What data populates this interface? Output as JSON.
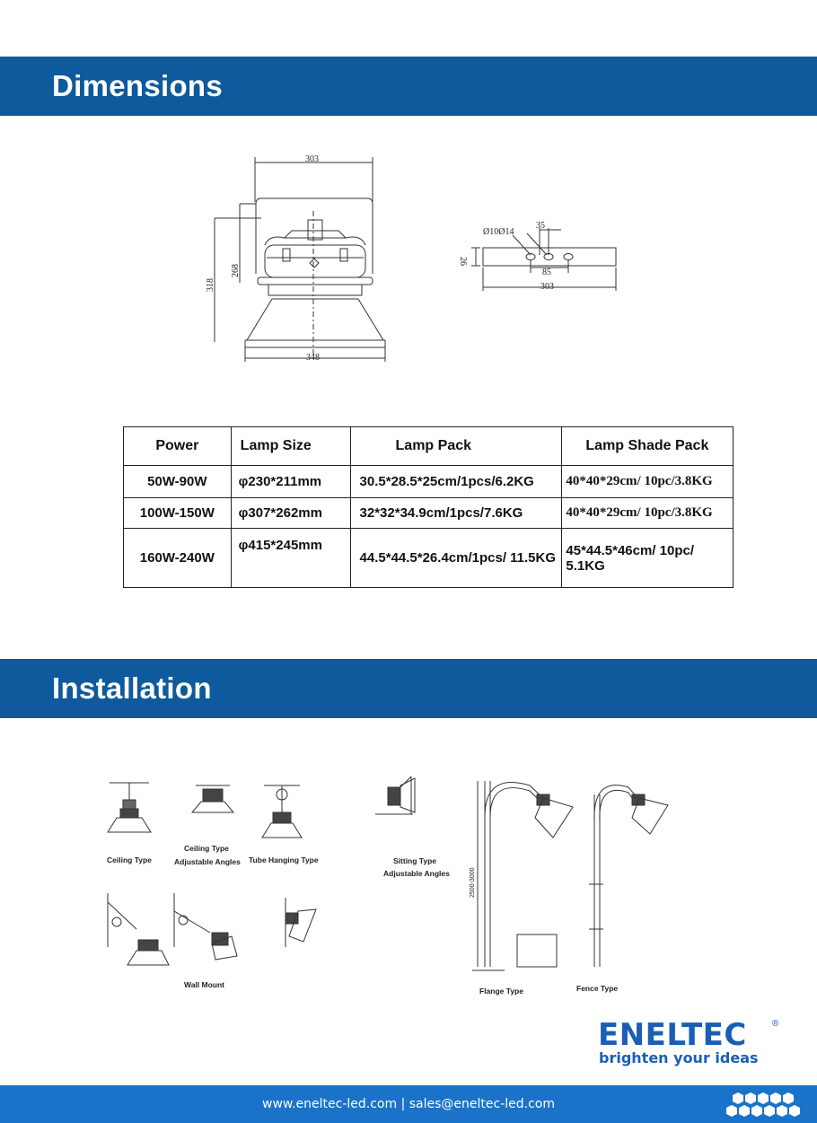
{
  "sections": {
    "dimensions_title": "Dimensions",
    "installation_title": "Installation"
  },
  "drawing": {
    "width_top": "303",
    "height_total": "318",
    "height_body": "268",
    "width_bottom": "348",
    "bracket_holes": "Ø10Ø14",
    "bracket_offset": "35",
    "bracket_height": "26",
    "bracket_spacing": "85",
    "bracket_length": "303"
  },
  "table": {
    "headers": [
      "Power",
      "Lamp Size",
      "Lamp Pack",
      "Lamp Shade Pack"
    ],
    "rows": [
      [
        "50W-90W",
        "φ230*211mm",
        "30.5*28.5*25cm/1pcs/6.2KG",
        "40*40*29cm/ 10pc/3.8KG"
      ],
      [
        "100W-150W",
        "φ307*262mm",
        "32*32*34.9cm/1pcs/7.6KG",
        "40*40*29cm/ 10pc/3.8KG"
      ],
      [
        "160W-240W",
        "φ415*245mm",
        "44.5*44.5*26.4cm/1pcs/ 11.5KG",
        "45*44.5*46cm/ 10pc/ 5.1KG"
      ]
    ]
  },
  "installation": {
    "ceiling_type": "Ceiling Type",
    "ceiling_adjustable_1": "Ceiling Type",
    "ceiling_adjustable_2": "Adjustable Angles",
    "tube_hanging": "Tube Hanging Type",
    "sitting_1": "Sitting Type",
    "sitting_2": "Adjustable Angles",
    "wall_mount": "Wall Mount",
    "flange_type": "Flange Type",
    "fence_type": "Fence Type",
    "pole_height": "2500-3000"
  },
  "brand": {
    "name": "ENELTEC",
    "registered": "®",
    "tagline": "brighten your ideas",
    "color": "#1a5fb4"
  },
  "footer": {
    "contact": "www.eneltec-led.com | sales@eneltec-led.com"
  },
  "colors": {
    "header_band": "#0e5a9c",
    "footer_band": "#1a73c9"
  }
}
